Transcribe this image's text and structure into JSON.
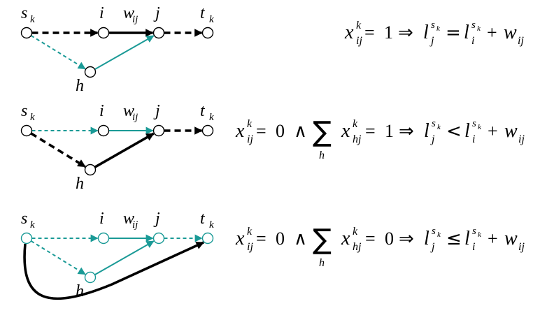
{
  "colors": {
    "black": "#000000",
    "teal": "#1a9a96",
    "node_fill": "#ffffff"
  },
  "node_labels": {
    "s": "s",
    "s_sub": "k",
    "i": "i",
    "w": "w",
    "w_sub": "ij",
    "j": "j",
    "t": "t",
    "t_sub": "k",
    "h": "h"
  },
  "equation_symbols": {
    "x": "x",
    "x_sub_ij": "ij",
    "x_sub_hj": "hj",
    "sup_k": "k",
    "l": "l",
    "l_sub_j": "j",
    "l_sub_i": "i",
    "l_sup": "s",
    "l_sup_sub": "k",
    "w": "w",
    "w_sub": "ij",
    "h": "h",
    "and": "∧",
    "sum": "∑",
    "implies": "⇒",
    "plus": "+",
    "eq": "="
  },
  "rows": [
    {
      "id": "row1",
      "condition": "x_ij^k = 1",
      "rhs_value": "1",
      "relation": "=",
      "edges": {
        "s_i": "black-dashed",
        "i_j": "black-solid",
        "j_t": "black-dashed",
        "s_h": "teal-dashed",
        "h_j": "teal-solid"
      }
    },
    {
      "id": "row2",
      "condition": "x_ij^k = 0 ∧ ∑_h x_hj^k = 1",
      "lhs_value": "0",
      "rhs_value": "1",
      "relation": "<",
      "edges": {
        "s_i": "teal-dashed",
        "i_j": "teal-solid",
        "j_t": "black-dashed",
        "s_h": "black-dashed",
        "h_j": "black-solid"
      }
    },
    {
      "id": "row3",
      "condition": "x_ij^k = 0 ∧ ∑_h x_hj^k = 0",
      "lhs_value": "0",
      "rhs_value": "0",
      "relation": "≤",
      "edges": {
        "s_i": "teal-dashed",
        "i_j": "teal-solid",
        "j_t": "teal-dashed",
        "s_h": "teal-dashed",
        "h_j": "teal-solid",
        "s_t_curve": "black-solid"
      }
    }
  ]
}
